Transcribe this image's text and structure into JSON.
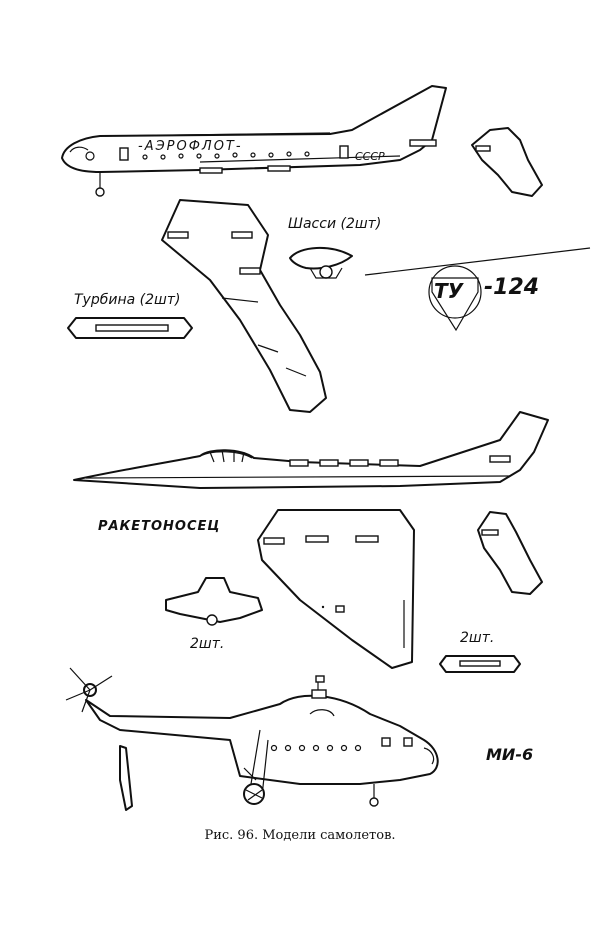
{
  "labels": {
    "aeroflot": "-АЭРОФЛОТ-",
    "sssr": "СССР",
    "chassis": "Шасси (2шт)",
    "turbine": "Турбина (2шт)",
    "model_tu_logo": "ТУ",
    "model_tu": "-124",
    "rocket_carrier": "РАКЕТОНОСЕЦ",
    "qty_left": "2шт.",
    "qty_right": "2шт.",
    "model_mi": "МИ-6"
  },
  "caption": "Рис. 96. Модели самолетов."
}
